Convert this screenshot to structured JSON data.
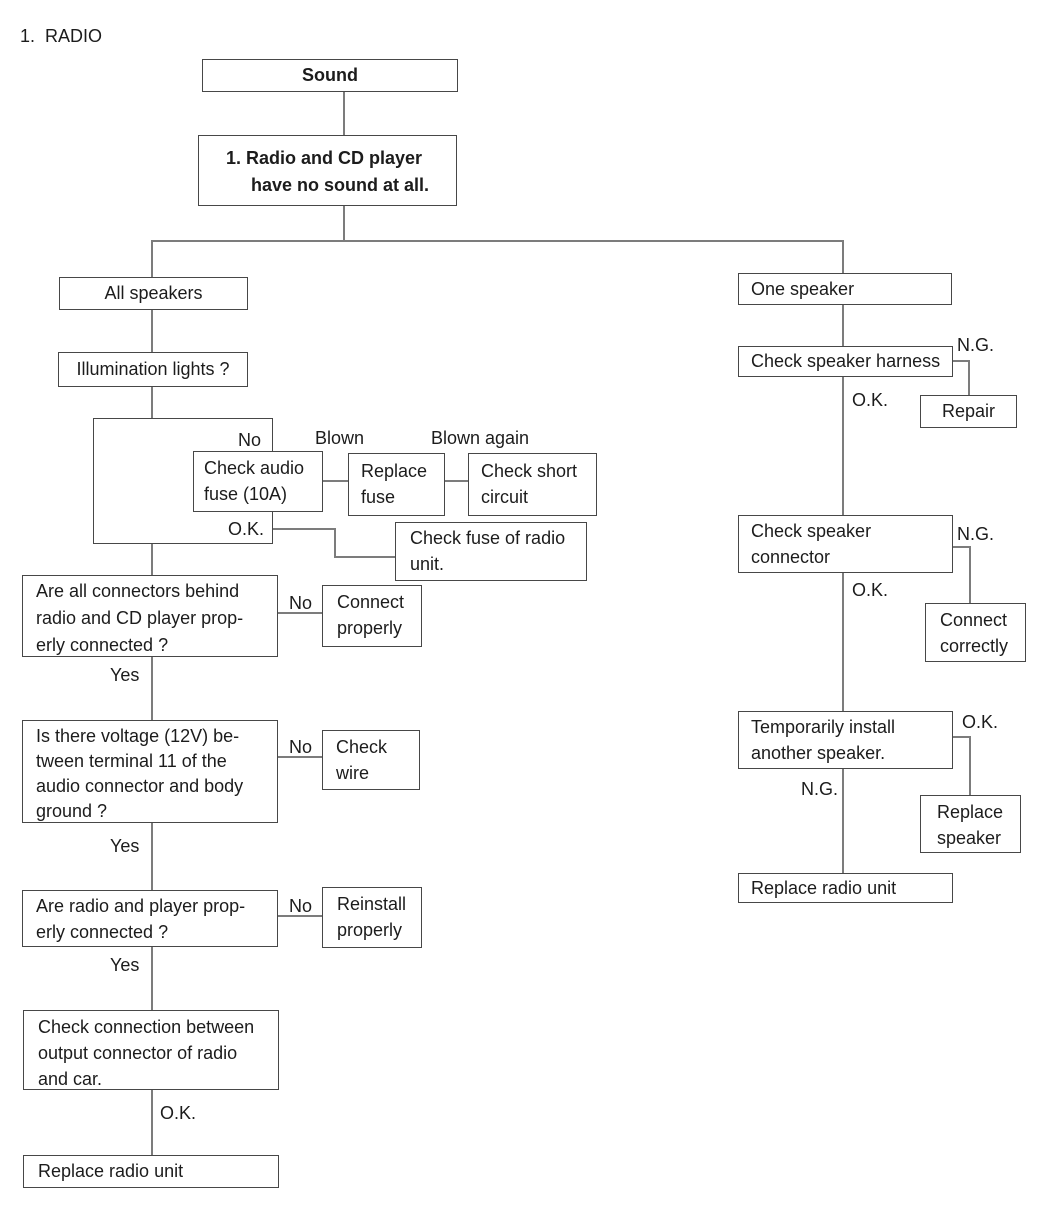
{
  "title": "1.  RADIO",
  "nodes": {
    "sound": "Sound",
    "problem": [
      "1. Radio and CD player",
      "have no sound at all."
    ],
    "all_speakers": "All speakers",
    "illumination": "Illumination lights ?",
    "check_audio_fuse": [
      "Check audio",
      "fuse (10A)"
    ],
    "replace_fuse": [
      "Replace",
      "fuse"
    ],
    "check_short_circuit": [
      "Check short",
      "circuit"
    ],
    "check_fuse_radio_unit": [
      "Check fuse of radio",
      "unit."
    ],
    "connectors_q": [
      "Are all connectors behind",
      "radio and CD player prop-",
      "erly connected ?"
    ],
    "connect_properly": [
      "Connect",
      "properly"
    ],
    "voltage_q": [
      "Is there voltage (12V) be-",
      "tween terminal 11 of the",
      "audio connector and body",
      "ground ?"
    ],
    "check_wire": [
      "Check",
      "wire"
    ],
    "radio_player_q": [
      "Are radio and player prop-",
      "erly connected ?"
    ],
    "reinstall_properly": [
      "Reinstall",
      "properly"
    ],
    "check_connection": [
      "Check connection between",
      "output connector of radio",
      "and car."
    ],
    "replace_radio_unit_left": "Replace radio unit",
    "one_speaker": "One speaker",
    "check_speaker_harness": "Check speaker harness",
    "repair": "Repair",
    "check_speaker_connector": [
      "Check speaker",
      "connector"
    ],
    "connect_correctly": [
      "Connect",
      "correctly"
    ],
    "temporarily_install": [
      "Temporarily install",
      "another speaker."
    ],
    "replace_speaker": [
      "Replace",
      "speaker"
    ],
    "replace_radio_unit_right": "Replace radio unit"
  },
  "labels": {
    "yes": "Yes",
    "no": "No",
    "ok": "O.K.",
    "ng": "N.G.",
    "blown": "Blown",
    "blown_again": "Blown again"
  },
  "colors": {
    "background": "#ffffff",
    "box_border": "#474747",
    "connector_line": "#7c7c7c",
    "text": "#1c1c1c"
  }
}
